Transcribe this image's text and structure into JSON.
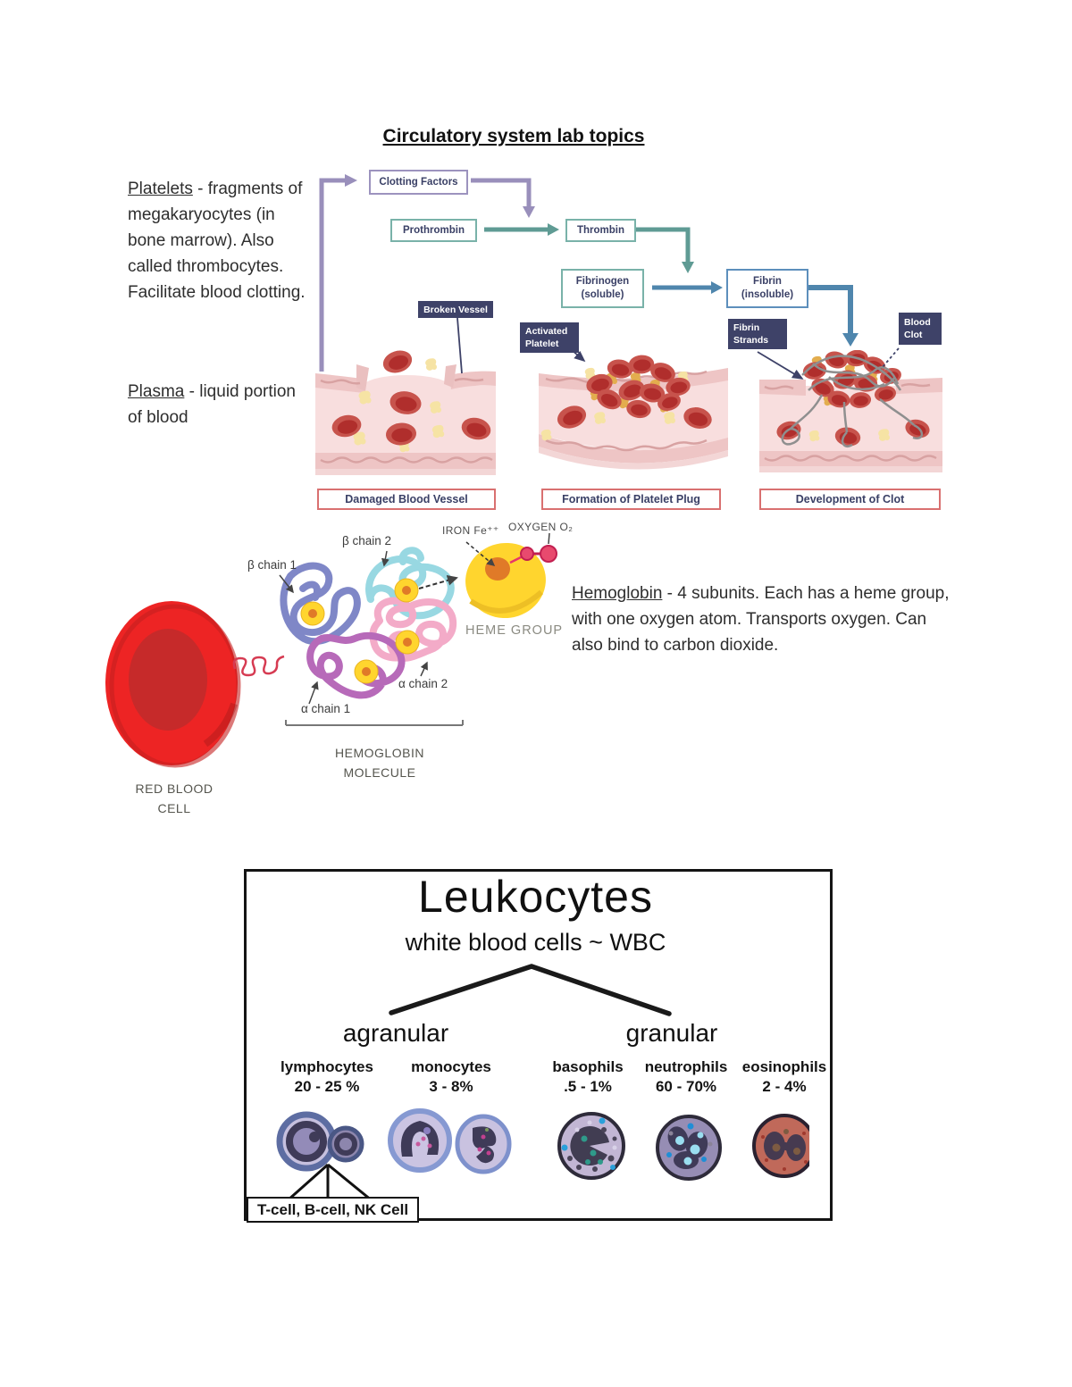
{
  "page": {
    "title": "Circulatory system lab topics"
  },
  "notes": {
    "platelets_term": "Platelets",
    "platelets_text": " - fragments of megakaryocytes (in bone marrow). Also called thrombocytes. Facilitate blood clotting.",
    "plasma_term": "Plasma",
    "plasma_text": " - liquid portion of blood",
    "hemoglobin_term": "Hemoglobin",
    "hemoglobin_text": " - 4 subunits. Each has a heme group, with one oxygen atom. Transports oxygen. Can also bind to carbon dioxide."
  },
  "clotting": {
    "boxes": {
      "clotting_factors": "Clotting Factors",
      "prothrombin": "Prothrombin",
      "thrombin": "Thrombin",
      "fibrinogen_line1": "Fibrinogen",
      "fibrinogen_line2": "(soluble)",
      "fibrin_line1": "Fibrin",
      "fibrin_line2": "(insoluble)"
    },
    "labels": {
      "broken_vessel": "Broken Vessel",
      "activated_line1": "Activated",
      "activated_line2": "Platelet",
      "strands_line1": "Fibrin",
      "strands_line2": "Strands",
      "clot_line1": "Blood",
      "clot_line2": "Clot"
    },
    "captions": [
      "Damaged Blood Vessel",
      "Formation of Platelet Plug",
      "Development of Clot"
    ],
    "colors": {
      "purple": "#998fbb",
      "teal": "#5f9b94",
      "blue": "#4f86ad",
      "label_bg": "#3e4268",
      "caption_border": "#d97070"
    }
  },
  "hemoglobin_figure": {
    "beta_chain_1": "β chain 1",
    "beta_chain_2": "β chain 2",
    "alpha_chain_1": "α chain 1",
    "alpha_chain_2": "α chain 2",
    "iron": "IRON Fe⁺⁺",
    "oxygen": "OXYGEN O₂",
    "heme_group": "HEME GROUP",
    "molecule_line1": "HEMOGLOBIN",
    "molecule_line2": "MOLECULE",
    "rbc_line1": "RED BLOOD",
    "rbc_line2": "CELL"
  },
  "leukocytes": {
    "title": "Leukocytes",
    "subtitle": "white blood cells ~ WBC",
    "branch_left": "agranular",
    "branch_right": "granular",
    "cells": [
      {
        "name": "lymphocytes",
        "range": "20 - 25 %"
      },
      {
        "name": "monocytes",
        "range": "3 - 8%"
      },
      {
        "name": "basophils",
        "range": ".5 - 1%"
      },
      {
        "name": "neutrophils",
        "range": "60 - 70%"
      },
      {
        "name": "eosinophils",
        "range": "2 - 4%"
      }
    ],
    "lymphocyte_types": "T-cell, B-cell, NK Cell"
  }
}
